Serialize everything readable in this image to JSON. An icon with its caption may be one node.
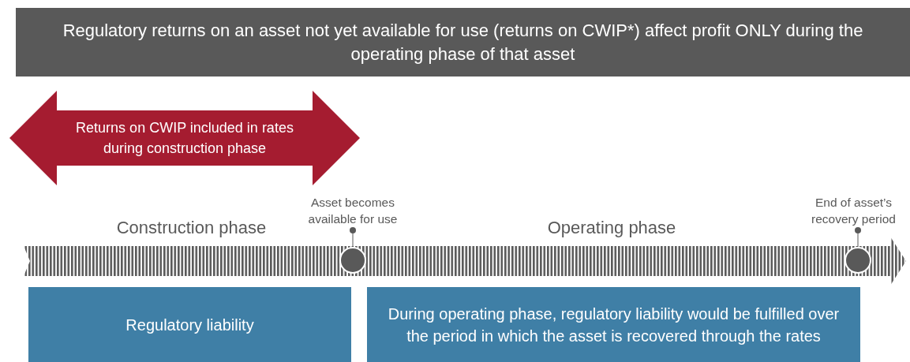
{
  "diagram": {
    "title": "Regulatory returns on an asset not yet available for use (returns on CWIP*) affect profit ONLY during the operating phase of that asset",
    "nodes": [
      {
        "text": [
          "Returns on CWIP included in rates during construction phase"
        ]
      },
      {
        "text": [
          "Asset becomes available for use"
        ]
      },
      {
        "text": [],
        "shape": "circle"
      },
      {
        "text": [
          "End of asset’s recovery period"
        ]
      },
      {
        "text": [],
        "shape": "circle"
      },
      {
        "text": [
          "Regulatory liability"
        ]
      },
      {
        "text": [
          "During operating phase, regulatory liability would be fulfilled over the period in which the asset is recovered through the rates"
        ]
      }
    ],
    "edges": [
      {
        "from": 1,
        "to": 2,
        "arrow": "other"
      },
      {
        "from": 3,
        "to": 4,
        "arrow": "other"
      }
    ],
    "labels": [
      "Construction phase",
      "Operating phase"
    ]
  }
}
